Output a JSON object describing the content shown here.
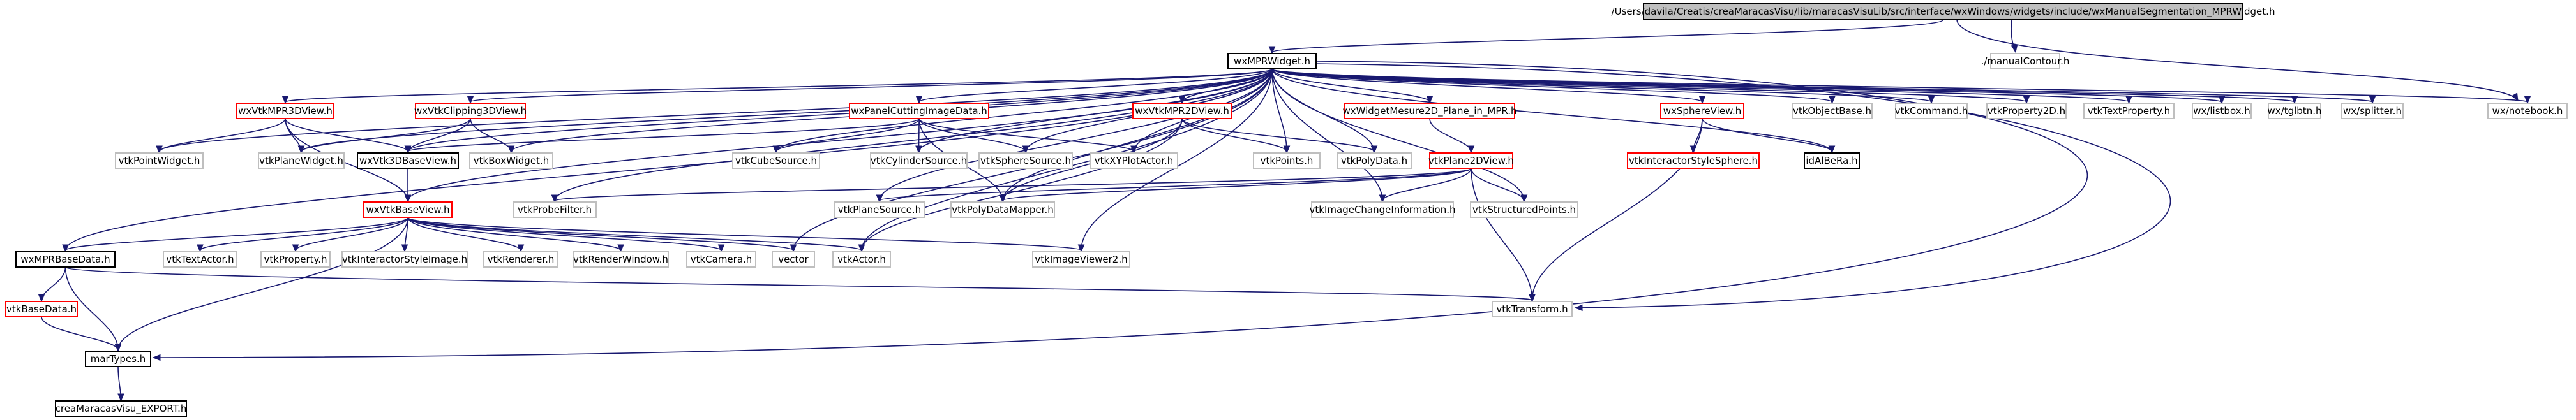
{
  "diagram": {
    "colors": {
      "edge": "#191970",
      "root_fill": "#bfbfbf",
      "root_border": "#000000",
      "documented_border": "#000000",
      "undocumented_border": "#bfbfbf",
      "truncated_border": "#ff0000"
    },
    "nodes": [
      {
        "id": "root",
        "label": "/Users/davila/Creatis/creaMaracasVisu/lib/maracasVisuLib/src/interface/wxWindows/widgets/include/wxManualSegmentation_MPRWidget.h",
        "kind": "root"
      },
      {
        "id": "wxmprwidget",
        "label": "wxMPRWidget.h",
        "kind": "documented"
      },
      {
        "id": "manualcontour",
        "label": "./manualContour.h",
        "kind": "undocumented"
      },
      {
        "id": "mpr3d",
        "label": "wxVtkMPR3DView.h",
        "kind": "truncated"
      },
      {
        "id": "clip3d",
        "label": "wxVtkClipping3DView.h",
        "kind": "truncated"
      },
      {
        "id": "panelcut",
        "label": "wxPanelCuttingImageData.h",
        "kind": "truncated"
      },
      {
        "id": "mpr2d",
        "label": "wxVtkMPR2DView.h",
        "kind": "truncated"
      },
      {
        "id": "mesure2d",
        "label": "wxWidgetMesure2D_Plane_in_MPR.h",
        "kind": "truncated"
      },
      {
        "id": "sphereview",
        "label": "wxSphereView.h",
        "kind": "truncated"
      },
      {
        "id": "objectbase",
        "label": "vtkObjectBase.h",
        "kind": "undocumented"
      },
      {
        "id": "command",
        "label": "vtkCommand.h",
        "kind": "undocumented"
      },
      {
        "id": "property2d",
        "label": "vtkProperty2D.h",
        "kind": "undocumented"
      },
      {
        "id": "textproperty",
        "label": "vtkTextProperty.h",
        "kind": "undocumented"
      },
      {
        "id": "listbox",
        "label": "wx/listbox.h",
        "kind": "undocumented"
      },
      {
        "id": "tglbtn",
        "label": "wx/tglbtn.h",
        "kind": "undocumented"
      },
      {
        "id": "splitter",
        "label": "wx/splitter.h",
        "kind": "undocumented"
      },
      {
        "id": "notebook",
        "label": "wx/notebook.h",
        "kind": "undocumented"
      },
      {
        "id": "pointwidget",
        "label": "vtkPointWidget.h",
        "kind": "undocumented"
      },
      {
        "id": "planewidget",
        "label": "vtkPlaneWidget.h",
        "kind": "undocumented"
      },
      {
        "id": "vtk3dbase",
        "label": "wxVtk3DBaseView.h",
        "kind": "documented"
      },
      {
        "id": "boxwidget",
        "label": "vtkBoxWidget.h",
        "kind": "undocumented"
      },
      {
        "id": "cubesource",
        "label": "vtkCubeSource.h",
        "kind": "undocumented"
      },
      {
        "id": "cylsource",
        "label": "vtkCylinderSource.h",
        "kind": "undocumented"
      },
      {
        "id": "spheresource",
        "label": "vtkSphereSource.h",
        "kind": "undocumented"
      },
      {
        "id": "xyplot",
        "label": "vtkXYPlotActor.h",
        "kind": "undocumented"
      },
      {
        "id": "points",
        "label": "vtkPoints.h",
        "kind": "undocumented"
      },
      {
        "id": "polydata",
        "label": "vtkPolyData.h",
        "kind": "undocumented"
      },
      {
        "id": "plane2d",
        "label": "vtkPlane2DView.h",
        "kind": "truncated"
      },
      {
        "id": "interactorsphere",
        "label": "vtkInteractorStyleSphere.h",
        "kind": "truncated"
      },
      {
        "id": "idalbera",
        "label": "idAlBeRa.h",
        "kind": "documented"
      },
      {
        "id": "probefilter",
        "label": "vtkProbeFilter.h",
        "kind": "undocumented"
      },
      {
        "id": "planesource",
        "label": "vtkPlaneSource.h",
        "kind": "undocumented"
      },
      {
        "id": "polymapper",
        "label": "vtkPolyDataMapper.h",
        "kind": "undocumented"
      },
      {
        "id": "changeinfo",
        "label": "vtkImageChangeInformation.h",
        "kind": "undocumented"
      },
      {
        "id": "structpoints",
        "label": "vtkStructuredPoints.h",
        "kind": "undocumented"
      },
      {
        "id": "vtkbaseview",
        "label": "wxVtkBaseView.h",
        "kind": "truncated"
      },
      {
        "id": "mprbasedata",
        "label": "wxMPRBaseData.h",
        "kind": "documented"
      },
      {
        "id": "textactor",
        "label": "vtkTextActor.h",
        "kind": "undocumented"
      },
      {
        "id": "property",
        "label": "vtkProperty.h",
        "kind": "undocumented"
      },
      {
        "id": "intstyleimage",
        "label": "vtkInteractorStyleImage.h",
        "kind": "undocumented"
      },
      {
        "id": "renderer",
        "label": "vtkRenderer.h",
        "kind": "undocumented"
      },
      {
        "id": "renderwindow",
        "label": "vtkRenderWindow.h",
        "kind": "undocumented"
      },
      {
        "id": "camera",
        "label": "vtkCamera.h",
        "kind": "undocumented"
      },
      {
        "id": "vector",
        "label": "vector",
        "kind": "undocumented"
      },
      {
        "id": "actor",
        "label": "vtkActor.h",
        "kind": "undocumented"
      },
      {
        "id": "imageviewer2",
        "label": "vtkImageViewer2.h",
        "kind": "undocumented"
      },
      {
        "id": "basedata",
        "label": "vtkBaseData.h",
        "kind": "truncated"
      },
      {
        "id": "transform",
        "label": "vtkTransform.h",
        "kind": "undocumented"
      },
      {
        "id": "martypes",
        "label": "marTypes.h",
        "kind": "documented"
      },
      {
        "id": "export",
        "label": "creaMaracasVisu_EXPORT.h",
        "kind": "documented"
      }
    ],
    "edges": [
      [
        "root",
        "wxmprwidget"
      ],
      [
        "root",
        "manualcontour"
      ],
      [
        "root",
        "notebook"
      ],
      [
        "wxmprwidget",
        "mpr3d"
      ],
      [
        "wxmprwidget",
        "clip3d"
      ],
      [
        "wxmprwidget",
        "panelcut"
      ],
      [
        "wxmprwidget",
        "mpr2d"
      ],
      [
        "wxmprwidget",
        "mesure2d"
      ],
      [
        "wxmprwidget",
        "sphereview"
      ],
      [
        "wxmprwidget",
        "objectbase"
      ],
      [
        "wxmprwidget",
        "command"
      ],
      [
        "wxmprwidget",
        "property2d"
      ],
      [
        "wxmprwidget",
        "textproperty"
      ],
      [
        "wxmprwidget",
        "listbox"
      ],
      [
        "wxmprwidget",
        "tglbtn"
      ],
      [
        "wxmprwidget",
        "splitter"
      ],
      [
        "wxmprwidget",
        "notebook"
      ],
      [
        "wxmprwidget",
        "pointwidget"
      ],
      [
        "wxmprwidget",
        "planewidget"
      ],
      [
        "wxmprwidget",
        "vtk3dbase"
      ],
      [
        "wxmprwidget",
        "boxwidget"
      ],
      [
        "wxmprwidget",
        "cubesource"
      ],
      [
        "wxmprwidget",
        "cylsource"
      ],
      [
        "wxmprwidget",
        "spheresource"
      ],
      [
        "wxmprwidget",
        "xyplot"
      ],
      [
        "wxmprwidget",
        "points"
      ],
      [
        "wxmprwidget",
        "polydata"
      ],
      [
        "wxmprwidget",
        "idalbera"
      ],
      [
        "wxmprwidget",
        "probefilter"
      ],
      [
        "wxmprwidget",
        "planesource"
      ],
      [
        "wxmprwidget",
        "polymapper"
      ],
      [
        "wxmprwidget",
        "changeinfo"
      ],
      [
        "wxmprwidget",
        "structpoints"
      ],
      [
        "wxmprwidget",
        "vtkbaseview"
      ],
      [
        "wxmprwidget",
        "mprbasedata"
      ],
      [
        "wxmprwidget",
        "vector"
      ],
      [
        "wxmprwidget",
        "actor"
      ],
      [
        "wxmprwidget",
        "imageviewer2"
      ],
      [
        "wxmprwidget",
        "transform"
      ],
      [
        "wxmprwidget",
        "martypes"
      ],
      [
        "mpr3d",
        "pointwidget"
      ],
      [
        "mpr3d",
        "planewidget"
      ],
      [
        "mpr3d",
        "vtk3dbase"
      ],
      [
        "mpr3d",
        "vtkbaseview"
      ],
      [
        "clip3d",
        "vtk3dbase"
      ],
      [
        "clip3d",
        "boxwidget"
      ],
      [
        "clip3d",
        "planewidget"
      ],
      [
        "panelcut",
        "vtk3dbase"
      ],
      [
        "panelcut",
        "cubesource"
      ],
      [
        "panelcut",
        "cylsource"
      ],
      [
        "panelcut",
        "spheresource"
      ],
      [
        "panelcut",
        "xyplot"
      ],
      [
        "panelcut",
        "polymapper"
      ],
      [
        "mpr2d",
        "points"
      ],
      [
        "mpr2d",
        "polydata"
      ],
      [
        "mpr2d",
        "actor"
      ],
      [
        "mpr2d",
        "polymapper"
      ],
      [
        "mesure2d",
        "plane2d"
      ],
      [
        "plane2d",
        "probefilter"
      ],
      [
        "plane2d",
        "planesource"
      ],
      [
        "plane2d",
        "polymapper"
      ],
      [
        "plane2d",
        "changeinfo"
      ],
      [
        "plane2d",
        "structpoints"
      ],
      [
        "plane2d",
        "transform"
      ],
      [
        "sphereview",
        "interactorsphere"
      ],
      [
        "sphereview",
        "idalbera"
      ],
      [
        "sphereview",
        "transform"
      ],
      [
        "vtk3dbase",
        "vtkbaseview"
      ],
      [
        "vtkbaseview",
        "mprbasedata"
      ],
      [
        "vtkbaseview",
        "textactor"
      ],
      [
        "vtkbaseview",
        "property"
      ],
      [
        "vtkbaseview",
        "intstyleimage"
      ],
      [
        "vtkbaseview",
        "renderer"
      ],
      [
        "vtkbaseview",
        "renderwindow"
      ],
      [
        "vtkbaseview",
        "camera"
      ],
      [
        "vtkbaseview",
        "vector"
      ],
      [
        "vtkbaseview",
        "actor"
      ],
      [
        "vtkbaseview",
        "imageviewer2"
      ],
      [
        "vtkbaseview",
        "martypes"
      ],
      [
        "mprbasedata",
        "basedata"
      ],
      [
        "mprbasedata",
        "martypes"
      ],
      [
        "mprbasedata",
        "transform"
      ],
      [
        "basedata",
        "martypes"
      ],
      [
        "martypes",
        "export"
      ]
    ]
  }
}
